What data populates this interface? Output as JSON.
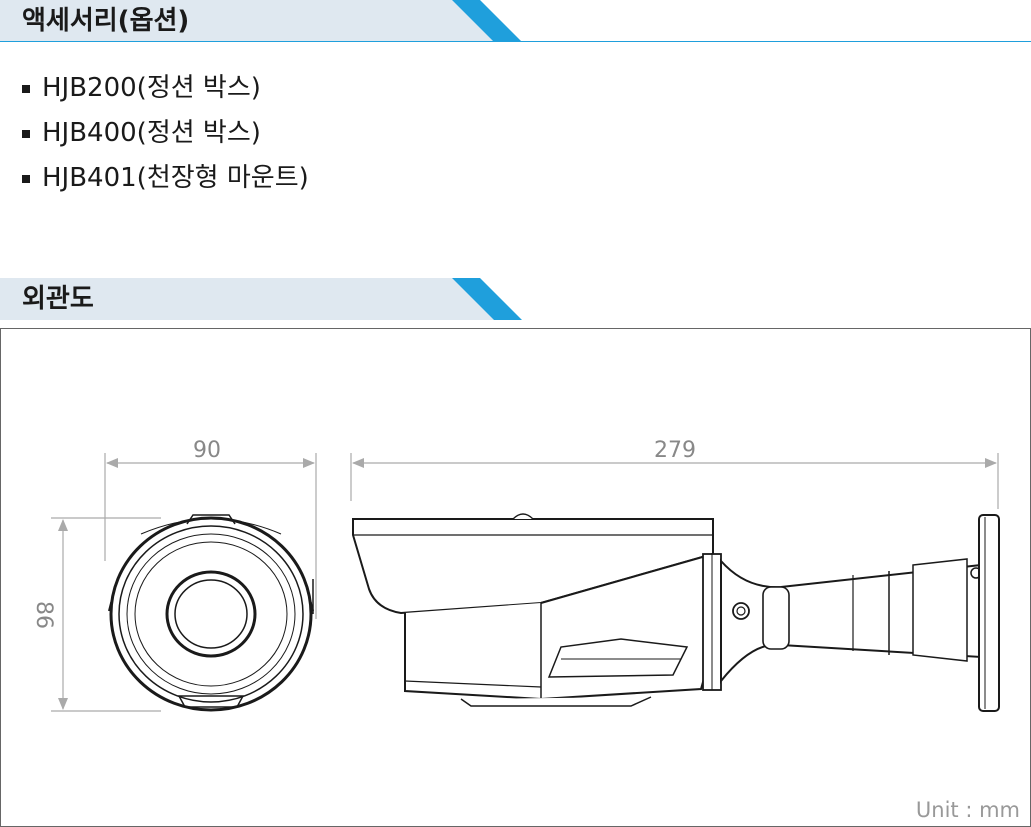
{
  "sections": {
    "accessories": {
      "title": "액세서리(옵션)",
      "items": [
        "HJB200(정션 박스)",
        "HJB400(정션 박스)",
        "HJB401(천장형 마운트)"
      ]
    },
    "exterior": {
      "title": "외관도",
      "dimensions": {
        "front_width": "90",
        "front_height": "86",
        "side_length": "279"
      },
      "unit_label": "Unit : mm"
    }
  },
  "colors": {
    "accent": "#1f9fdc",
    "header_bg": "#dfe8f0",
    "dimension_gray": "#888888"
  }
}
